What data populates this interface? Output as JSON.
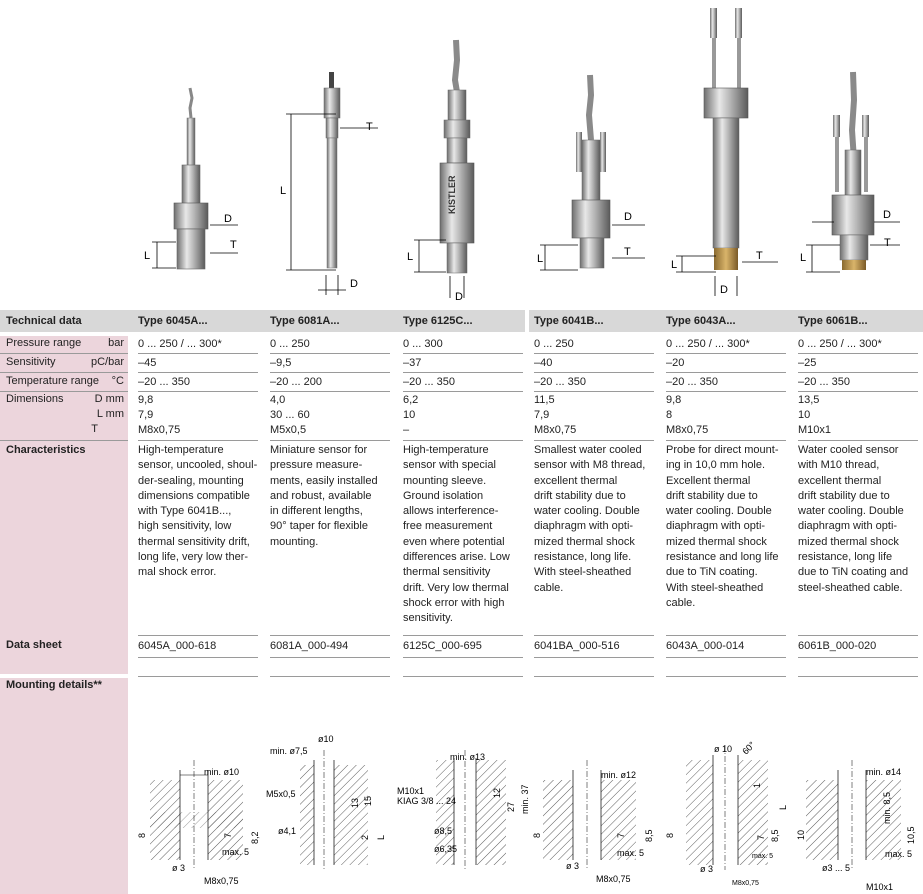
{
  "photo_labels": {
    "s6045": [
      "D",
      "T",
      "L"
    ],
    "s6081": [
      "T",
      "L",
      "D"
    ],
    "s6125": [
      "L",
      "D"
    ],
    "s6041": [
      "D",
      "T",
      "L"
    ],
    "s6043": [
      "T",
      "L",
      "D"
    ],
    "s6061": [
      "D",
      "T",
      "L"
    ],
    "kistler_mark": "KISTLER"
  },
  "table": {
    "header_label": "Technical data",
    "types": [
      "Type 6045A...",
      "Type 6081A...",
      "Type 6125C...",
      "Type 6041B...",
      "Type 6043A...",
      "Type 6061B..."
    ],
    "rows": {
      "pressure": {
        "label": "Pressure range",
        "unit": "bar",
        "values": [
          "0 ... 250 / ... 300*",
          "0 ... 250",
          "0 ... 300",
          "0 ... 250",
          "0 ... 250 / ... 300*",
          "0 ... 250 / ... 300*"
        ]
      },
      "sensitivity": {
        "label": "Sensitivity",
        "unit": "pC/bar",
        "values": [
          "–45",
          "–9,5",
          "–37",
          "–40",
          "–20",
          "–25"
        ]
      },
      "temperature": {
        "label": "Temperature range",
        "unit": "°C",
        "values": [
          "–20 ... 350",
          "–20 ... 200",
          "–20 ... 350",
          "–20 ... 350",
          "–20 ... 350",
          "–20 ... 350"
        ]
      },
      "dimensions": {
        "label": "Dimensions",
        "units": [
          "D mm",
          "L mm",
          "T"
        ],
        "values": [
          [
            "9,8",
            "7,9",
            "M8x0,75"
          ],
          [
            "4,0",
            "30 ... 60",
            "M5x0,5"
          ],
          [
            "6,2",
            "10",
            "–"
          ],
          [
            "11,5",
            "7,9",
            "M8x0,75"
          ],
          [
            "9,8",
            "8",
            "M8x0,75"
          ],
          [
            "13,5",
            "10",
            "M10x1"
          ]
        ]
      },
      "characteristics": {
        "label": "Characteristics",
        "values": [
          "High-temperature\nsensor, uncooled, shoul-\nder-sealing, mounting\ndimensions compatible\nwith Type 6041B...,\nhigh sensitivity, low\nthermal sensitivity drift,\nlong life, very low ther-\nmal shock error.",
          "Miniature sensor for\npressure measure-\nments, easily installed\nand robust, available\nin different lengths,\n90° taper for flexible\nmounting.",
          "High-temperature\nsensor with special\nmounting sleeve.\nGround isolation\nallows interference-\nfree measurement\neven where potential\ndifferences arise. Low\nthermal sensitivity\ndrift. Very low thermal\nshock error with high\nsensitivity.",
          "Smallest water cooled\nsensor with M8 thread,\nexcellent thermal\ndrift stability due to\nwater cooling. Double\ndiaphragm with opti-\nmized thermal shock\nresistance, long life.\nWith steel-sheathed\ncable.",
          "Probe for direct mount-\ning in 10,0 mm hole.\nExcellent thermal\ndrift stability due to\nwater cooling. Double\ndiaphragm with opti-\nmized thermal shock\nresistance and long life\ndue to TiN coating.\nWith steel-sheathed\ncable.",
          "Water cooled sensor\nwith M10 thread,\nexcellent thermal\ndrift stability due to\nwater cooling. Double\ndiaphragm with opti-\nmized thermal shock\nresistance, long life\ndue to TiN coating and\nsteel-sheathed cable."
        ]
      },
      "datasheet": {
        "label": "Data sheet",
        "values": [
          "6045A_000-618",
          "6081A_000-494",
          "6125C_000-695",
          "6041BA_000-516",
          "6043A_000-014",
          "6061B_000-020"
        ]
      },
      "mounting": {
        "label": "Mounting details**"
      }
    }
  },
  "mounting_labels": {
    "m6045": [
      "min. ø10",
      "8",
      "7",
      "8,2",
      "max. 5",
      "ø 3",
      "M8x0,75"
    ],
    "m6081": [
      "ø10",
      "min. ø7,5",
      "M5x0,5",
      "13",
      "15",
      "L",
      "ø4,1",
      "2"
    ],
    "m6125": [
      "min. ø13",
      "M10x1",
      "KIAG 3/8 ... 24",
      "12",
      "27",
      "min. 37",
      "ø8,5",
      "ø6,35"
    ],
    "m6041": [
      "min. ø12",
      "8",
      "7",
      "8,5",
      "max. 5",
      "ø 3",
      "M8x0,75"
    ],
    "m6043": [
      "ø 10",
      "60°",
      "1",
      "L",
      "8",
      "7",
      "8,5",
      "max. 5",
      "ø 3",
      "M8x0,75"
    ],
    "m6061": [
      "min. ø14",
      "min. 8,5",
      "10",
      "10,5",
      "max. 5",
      "ø3 ... 5",
      "M10x1"
    ]
  }
}
